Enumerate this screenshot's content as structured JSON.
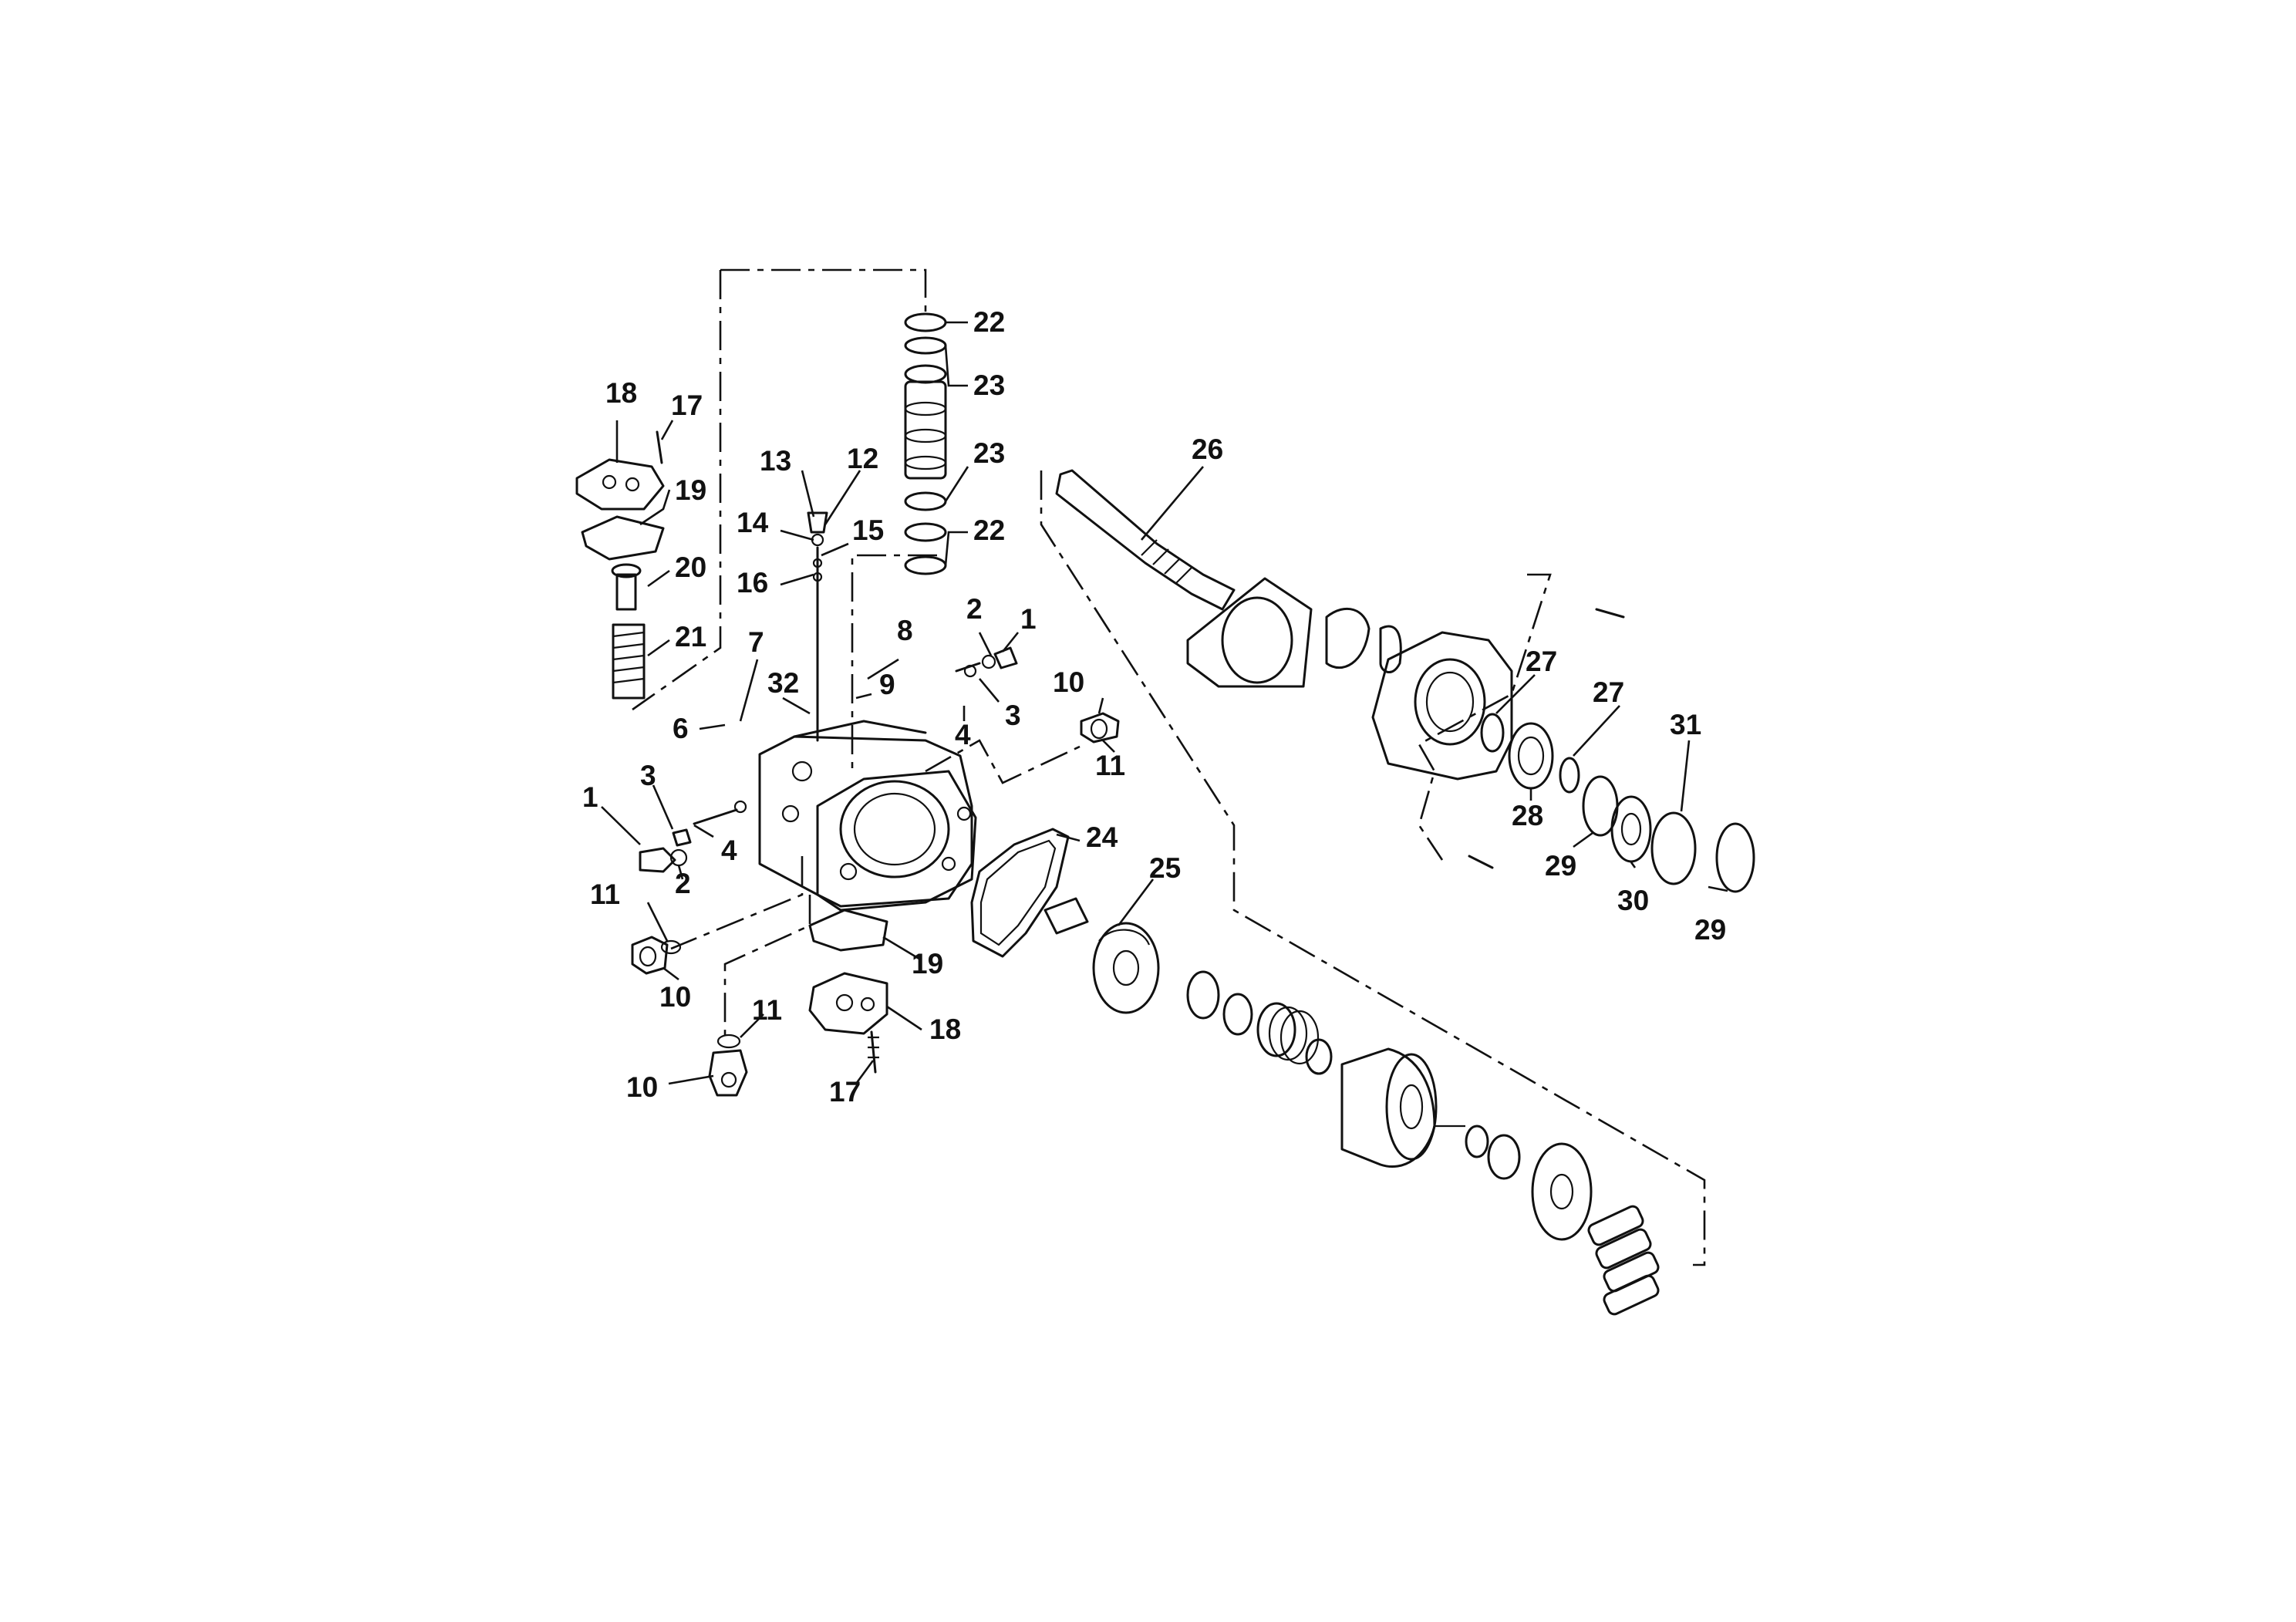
{
  "diagram": {
    "callouts": [
      {
        "id": "c22a",
        "text": "22"
      },
      {
        "id": "c23a",
        "text": "23"
      },
      {
        "id": "c23b",
        "text": "23"
      },
      {
        "id": "c22b",
        "text": "22"
      },
      {
        "id": "c18a",
        "text": "18"
      },
      {
        "id": "c17a",
        "text": "17"
      },
      {
        "id": "c19a",
        "text": "19"
      },
      {
        "id": "c20",
        "text": "20"
      },
      {
        "id": "c21",
        "text": "21"
      },
      {
        "id": "c13",
        "text": "13"
      },
      {
        "id": "c12",
        "text": "12"
      },
      {
        "id": "c14",
        "text": "14"
      },
      {
        "id": "c15",
        "text": "15"
      },
      {
        "id": "c16",
        "text": "16"
      },
      {
        "id": "c26",
        "text": "26"
      },
      {
        "id": "c7",
        "text": "7"
      },
      {
        "id": "c8",
        "text": "8"
      },
      {
        "id": "c2a",
        "text": "2"
      },
      {
        "id": "c1a",
        "text": "1"
      },
      {
        "id": "c32",
        "text": "32"
      },
      {
        "id": "c9",
        "text": "9"
      },
      {
        "id": "c6",
        "text": "6"
      },
      {
        "id": "c4a",
        "text": "4"
      },
      {
        "id": "c3a",
        "text": "3"
      },
      {
        "id": "c10a",
        "text": "10"
      },
      {
        "id": "c11a",
        "text": "11"
      },
      {
        "id": "c27a",
        "text": "27"
      },
      {
        "id": "c27b",
        "text": "27"
      },
      {
        "id": "c31",
        "text": "31"
      },
      {
        "id": "c28",
        "text": "28"
      },
      {
        "id": "c29a",
        "text": "29"
      },
      {
        "id": "c30",
        "text": "30"
      },
      {
        "id": "c29b",
        "text": "29"
      },
      {
        "id": "c3b",
        "text": "3"
      },
      {
        "id": "c1b",
        "text": "1"
      },
      {
        "id": "c4b",
        "text": "4"
      },
      {
        "id": "c2b",
        "text": "2"
      },
      {
        "id": "c24",
        "text": "24"
      },
      {
        "id": "c25",
        "text": "25"
      },
      {
        "id": "c11b",
        "text": "11"
      },
      {
        "id": "c10b",
        "text": "10"
      },
      {
        "id": "c19b",
        "text": "19"
      },
      {
        "id": "c18b",
        "text": "18"
      },
      {
        "id": "c11c",
        "text": "11"
      },
      {
        "id": "c10c",
        "text": "10"
      },
      {
        "id": "c17b",
        "text": "17"
      }
    ]
  }
}
